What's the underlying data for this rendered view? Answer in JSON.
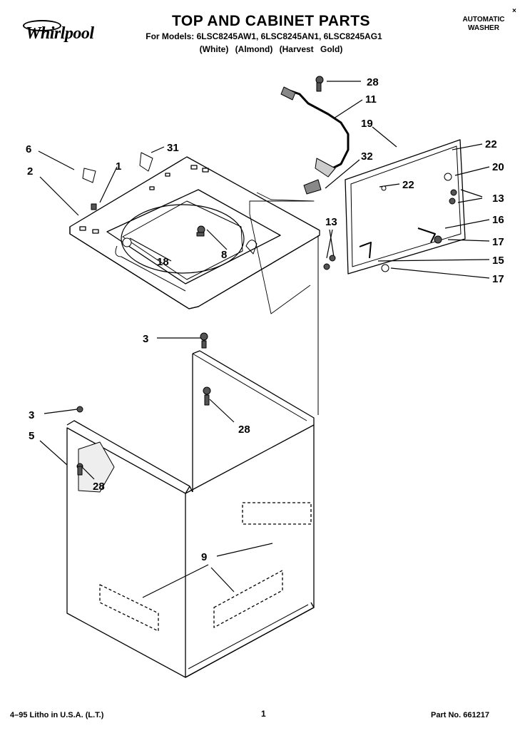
{
  "header": {
    "brand": "Whirlpool",
    "title": "TOP AND CABINET PARTS",
    "models_line": "For Models: 6LSC8245AW1, 6LSC8245AN1, 6LSC8245AG1",
    "colors_line": "(White)  (Almond) (Harvest Gold)",
    "product_type_line1": "AUTOMATIC",
    "product_type_line2": "WASHER",
    "mark": "×"
  },
  "callouts": {
    "c28_top": "28",
    "c11": "11",
    "c19": "19",
    "c22_a": "22",
    "c22_b": "22",
    "c20": "20",
    "c13_a": "13",
    "c16": "16",
    "c17_a": "17",
    "c13_b": "13",
    "c15": "15",
    "c17_b": "17",
    "c32": "32",
    "c31": "31",
    "c6": "6",
    "c1": "1",
    "c2": "2",
    "c8": "8",
    "c18": "18",
    "c3_a": "3",
    "c28_mid": "28",
    "c3_b": "3",
    "c5": "5",
    "c28_low": "28",
    "c9": "9"
  },
  "footer": {
    "litho": "4–95 Litho in U.S.A. (L.T.)",
    "page": "1",
    "part_no": "Part No. 661217"
  }
}
